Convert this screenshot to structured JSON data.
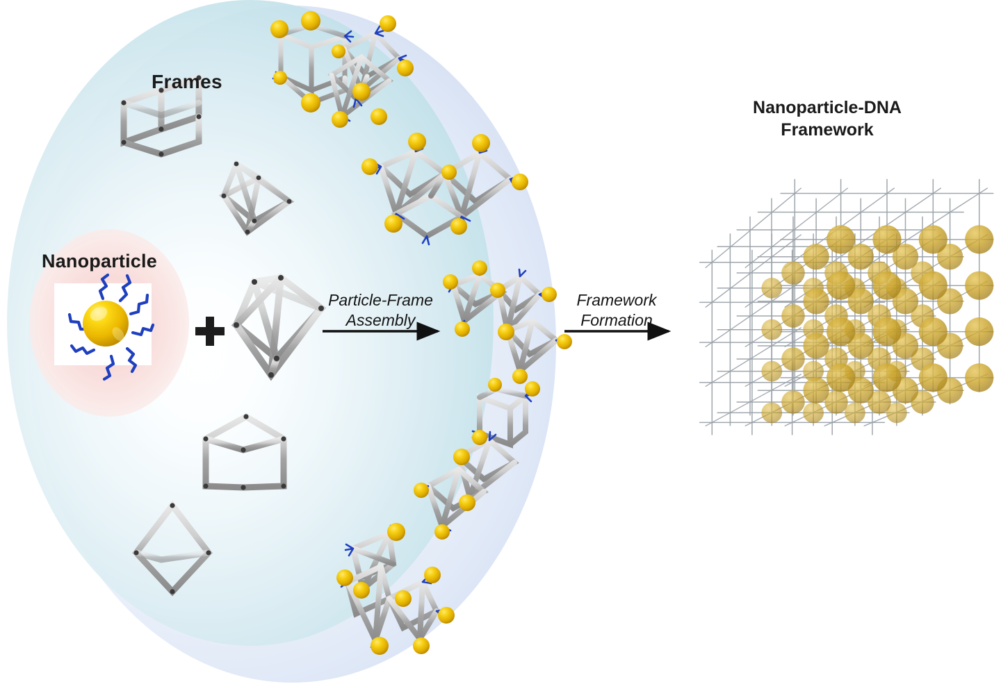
{
  "figure": {
    "kind": "scientific-schematic",
    "description": "Self-assembly of DNA frames and nanoparticles into a nanoparticle-DNA framework"
  },
  "labels": {
    "frames": "Frames",
    "nanoparticle": "Nanoparticle",
    "plus": "+",
    "title_line1": "Nanoparticle-DNA",
    "title_line2": "Framework",
    "title_full": "Nanoparticle-DNA\nFramework"
  },
  "arrows": [
    {
      "id": "particle-frame-assembly",
      "caption": "Particle-Frame\nAssembly"
    },
    {
      "id": "framework-formation",
      "caption": "Framework\nFormation"
    }
  ],
  "colors": {
    "nanoparticle_gold": "#f2c400",
    "nanoparticle_gold_dark": "#c79a00",
    "dna_strand_blue": "#1f3fbf",
    "frame_rod_gray": "#b4b4b4",
    "frame_rod_gray_dark": "#8d8d8d",
    "halo_pink": "#f8dcda",
    "oval_blue": "#c6d4ee",
    "oval_teal": "#acd3e0",
    "lattice_strut_gray": "#9aa1a8",
    "lattice_sphere_gold": "#c9a227",
    "text_dark": "#1a1a1a",
    "background": "#ffffff"
  },
  "panels": {
    "left": {
      "name": "reactants-oval",
      "contents": [
        {
          "type": "frame",
          "shape": "cube",
          "name": "cube-frame"
        },
        {
          "type": "frame",
          "shape": "octahedron",
          "name": "octahedron-frame"
        },
        {
          "type": "frame",
          "shape": "octahedron-large",
          "name": "octahedron-frame-large"
        },
        {
          "type": "frame",
          "shape": "triangular-prism",
          "name": "prism-frame"
        },
        {
          "type": "frame",
          "shape": "bipyramid",
          "name": "bipyramid-frame"
        },
        {
          "type": "nanoparticle",
          "name": "dna-coated-nanoparticle",
          "strand_count": 8
        }
      ]
    },
    "middle": {
      "name": "assembled-clusters",
      "clusters": [
        {
          "name": "cluster-top",
          "frames": 2,
          "particles": 9
        },
        {
          "name": "cluster-upper-middle",
          "frames": 3,
          "particles": 7
        },
        {
          "name": "cluster-center",
          "frames": 3,
          "particles": 6
        },
        {
          "name": "cluster-lower-middle",
          "frames": 3,
          "particles": 6
        },
        {
          "name": "cluster-bottom",
          "frames": 3,
          "particles": 8
        }
      ]
    },
    "right": {
      "name": "nanoparticle-dna-framework",
      "lattice": {
        "type": "cubic",
        "cells_per_edge": 5,
        "nodes_occupied": "body-centered gold spheres"
      }
    }
  }
}
